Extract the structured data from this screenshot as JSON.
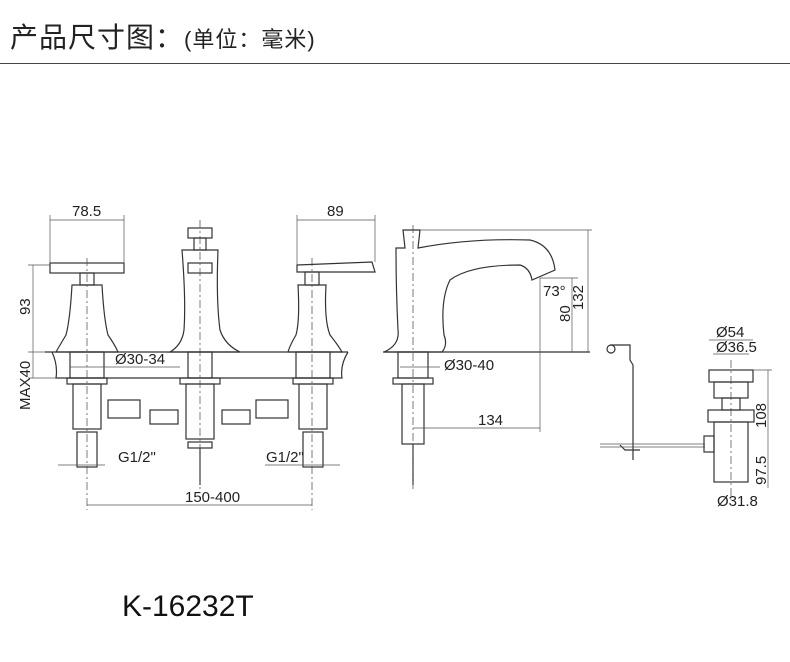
{
  "header": {
    "title": "产品尺寸图：",
    "unit": "(单位：毫米)"
  },
  "model": "K-16232T",
  "front_view": {
    "handle_left_width": "78.5",
    "handle_right_width": "89",
    "handle_height": "93",
    "deck_thickness": "MAX40",
    "hole_diameter": "Ø30-34",
    "thread_left": "G1/2\"",
    "thread_right": "G1/2\"",
    "spread": "150-400"
  },
  "side_view": {
    "total_height": "132",
    "spout_height": "80",
    "spout_angle": "73°",
    "hole_diameter": "Ø30-40",
    "spout_reach": "134"
  },
  "drain": {
    "outer_diameter": "Ø54",
    "inner_diameter": "Ø36.5",
    "length": "108",
    "lower_length": "97.5",
    "tail_diameter": "Ø31.8"
  }
}
